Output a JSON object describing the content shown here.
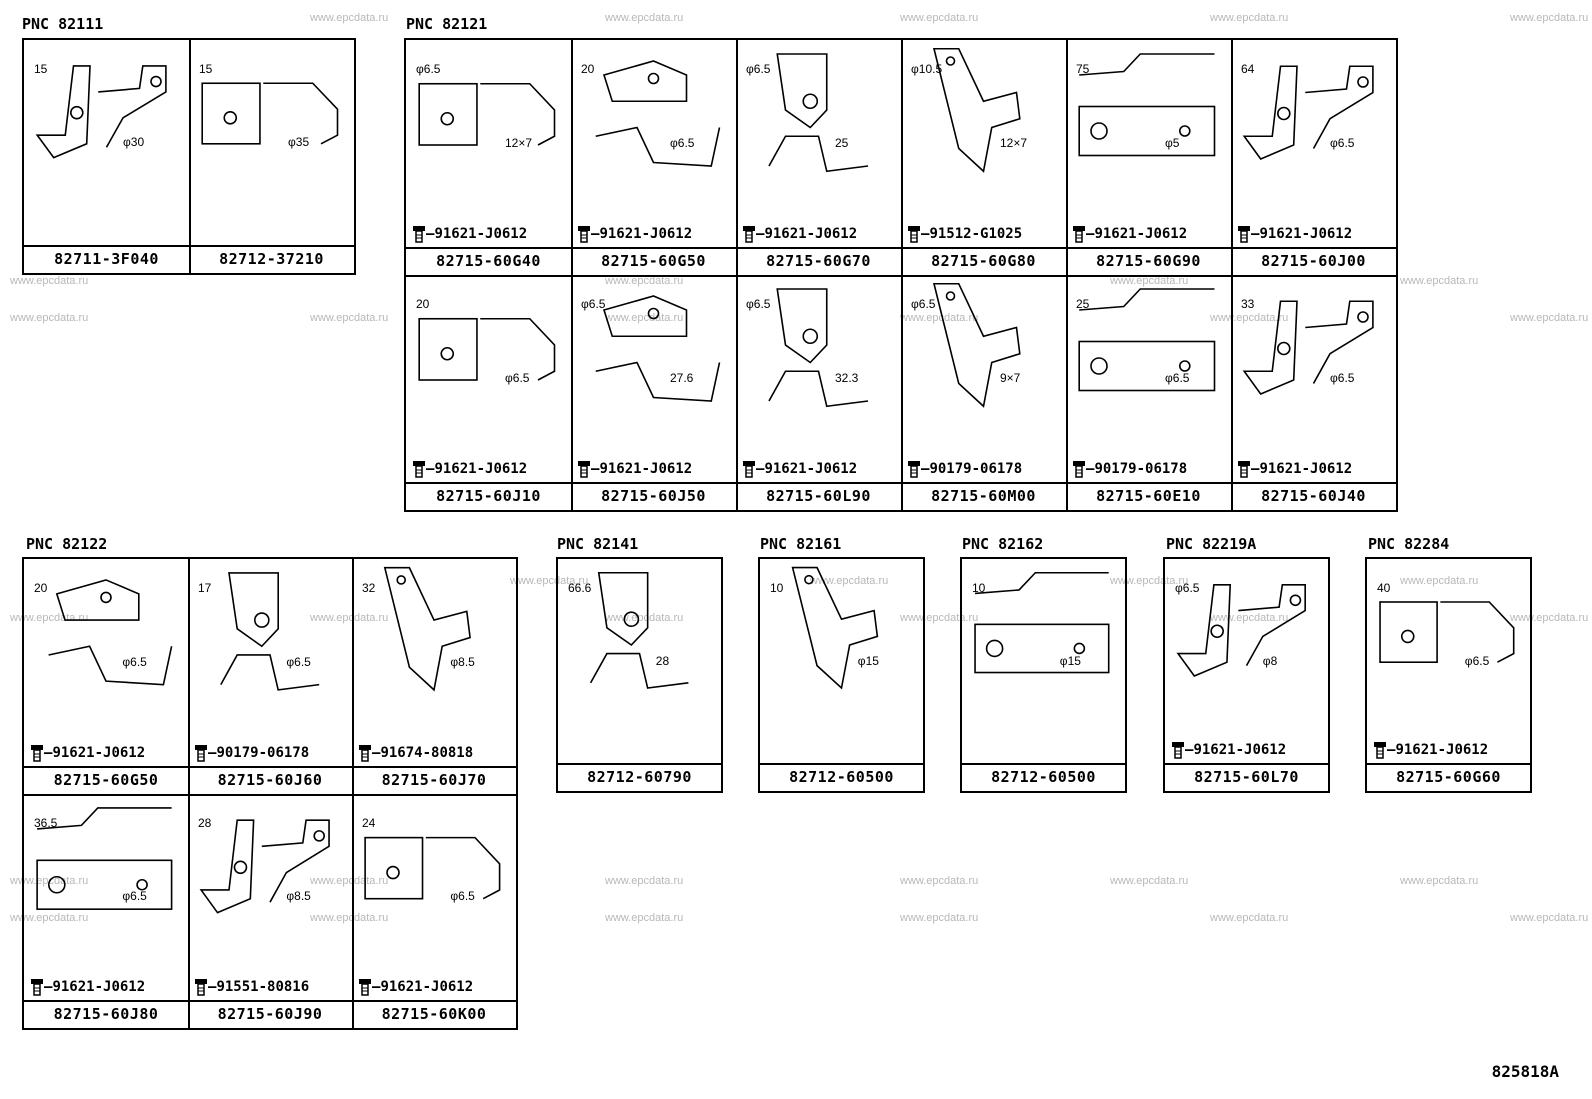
{
  "watermark": "www.epcdata.ru",
  "groups": [
    {
      "pnc": "PNC 82111",
      "cells": [
        {
          "part": "82711-3F040",
          "bolt": "",
          "dims": [
            "15",
            "φ30"
          ]
        },
        {
          "part": "82712-37210",
          "bolt": "",
          "dims": [
            "15",
            "φ35"
          ]
        }
      ]
    },
    {
      "pnc": "PNC 82121",
      "cells": [
        {
          "part": "82715-60G40",
          "bolt": "91621-J0612",
          "dims": [
            "φ6.5",
            "12×7"
          ]
        },
        {
          "part": "82715-60G50",
          "bolt": "91621-J0612",
          "dims": [
            "20",
            "φ6.5"
          ]
        },
        {
          "part": "82715-60G70",
          "bolt": "91621-J0612",
          "dims": [
            "φ6.5",
            "25"
          ]
        },
        {
          "part": "82715-60G80",
          "bolt": "91512-G1025",
          "dims": [
            "φ10.5",
            "12×7"
          ]
        },
        {
          "part": "82715-60G90",
          "bolt": "91621-J0612",
          "dims": [
            "75",
            "φ5"
          ]
        },
        {
          "part": "82715-60J00",
          "bolt": "91621-J0612",
          "dims": [
            "64",
            "φ6.5"
          ]
        },
        {
          "part": "82715-60J10",
          "bolt": "91621-J0612",
          "dims": [
            "20",
            "φ6.5"
          ]
        },
        {
          "part": "82715-60J50",
          "bolt": "91621-J0612",
          "dims": [
            "φ6.5",
            "27.6"
          ]
        },
        {
          "part": "82715-60L90",
          "bolt": "91621-J0612",
          "dims": [
            "φ6.5",
            "32.3"
          ]
        },
        {
          "part": "82715-60M00",
          "bolt": "90179-06178",
          "dims": [
            "φ6.5",
            "9×7"
          ]
        },
        {
          "part": "82715-60E10",
          "bolt": "90179-06178",
          "dims": [
            "25",
            "φ6.5"
          ]
        },
        {
          "part": "82715-60J40",
          "bolt": "91621-J0612",
          "dims": [
            "33",
            "φ6.5"
          ]
        }
      ]
    },
    {
      "pnc": "PNC 82122",
      "cells": [
        {
          "part": "82715-60G50",
          "bolt": "91621-J0612",
          "dims": [
            "20",
            "φ6.5"
          ]
        },
        {
          "part": "82715-60J60",
          "bolt": "90179-06178",
          "dims": [
            "17",
            "φ6.5"
          ]
        },
        {
          "part": "82715-60J70",
          "bolt": "91674-80818",
          "dims": [
            "32",
            "φ8.5"
          ]
        },
        {
          "part": "82715-60J80",
          "bolt": "91621-J0612",
          "dims": [
            "36.5",
            "φ6.5"
          ]
        },
        {
          "part": "82715-60J90",
          "bolt": "91551-80816",
          "dims": [
            "28",
            "φ8.5"
          ]
        },
        {
          "part": "82715-60K00",
          "bolt": "91621-J0612",
          "dims": [
            "24",
            "φ6.5"
          ]
        }
      ]
    },
    {
      "pnc": "PNC 82141",
      "cells": [
        {
          "part": "82712-60790",
          "bolt": "",
          "dims": [
            "66.6",
            "28"
          ]
        }
      ]
    },
    {
      "pnc": "PNC 82161",
      "cells": [
        {
          "part": "82712-60500",
          "bolt": "",
          "dims": [
            "10",
            "φ15"
          ]
        }
      ]
    },
    {
      "pnc": "PNC 82162",
      "cells": [
        {
          "part": "82712-60500",
          "bolt": "",
          "dims": [
            "10",
            "φ15"
          ]
        }
      ]
    },
    {
      "pnc": "PNC 82219A",
      "cells": [
        {
          "part": "82715-60L70",
          "bolt": "91621-J0612",
          "dims": [
            "φ6.5",
            "φ8"
          ]
        }
      ]
    },
    {
      "pnc": "PNC 82284",
      "cells": [
        {
          "part": "82715-60G60",
          "bolt": "91621-J0612",
          "dims": [
            "40",
            "φ6.5"
          ]
        }
      ]
    }
  ],
  "reference": "825818A"
}
